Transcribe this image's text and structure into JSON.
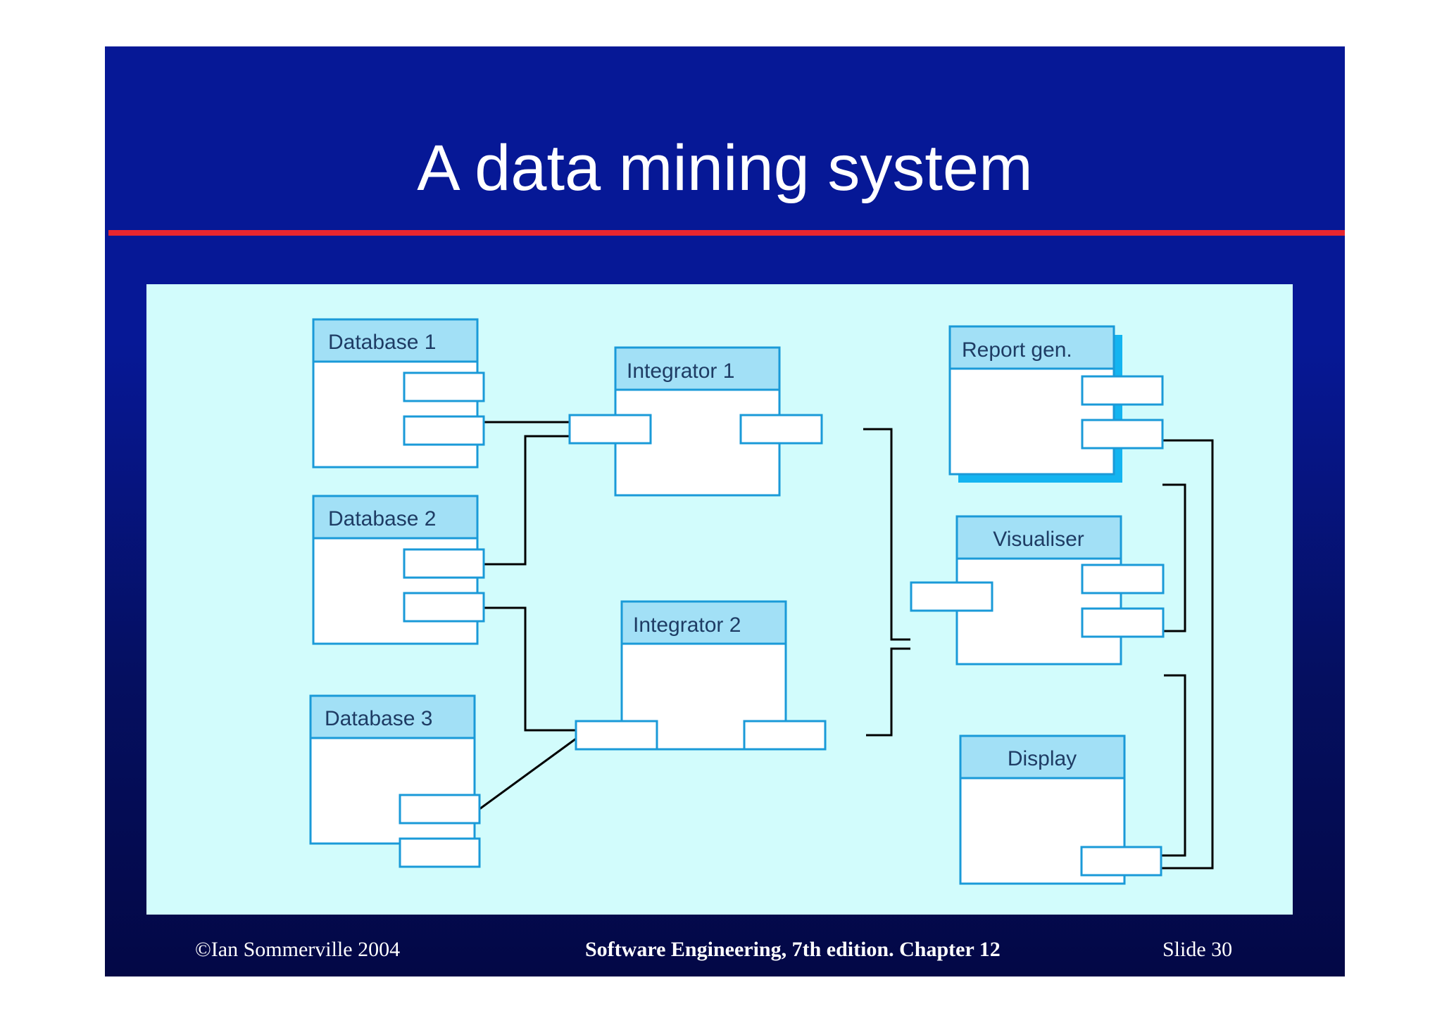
{
  "slide": {
    "title": "A data mining system",
    "footer_left": "©Ian Sommerville 2004",
    "footer_center": "Software Engineering, 7th edition. Chapter 12",
    "footer_right": "Slide  30"
  },
  "colors": {
    "slide_background": "#061896",
    "title_rule": "#e8262f",
    "panel_background": "#d2fcfc",
    "component_border": "#1a9ad8",
    "component_header": "#a2e0f6",
    "component_body": "#ffffff",
    "shadow": "#14b4f0",
    "connector": "#000000"
  },
  "diagram": {
    "components": [
      {
        "id": "db1",
        "label": "Database 1"
      },
      {
        "id": "db2",
        "label": "Database 2"
      },
      {
        "id": "db3",
        "label": "Database 3"
      },
      {
        "id": "int1",
        "label": "Integrator 1"
      },
      {
        "id": "int2",
        "label": "Integrator 2"
      },
      {
        "id": "report",
        "label": "Report gen."
      },
      {
        "id": "vis",
        "label": "Visualiser"
      },
      {
        "id": "display",
        "label": "Display"
      }
    ]
  }
}
